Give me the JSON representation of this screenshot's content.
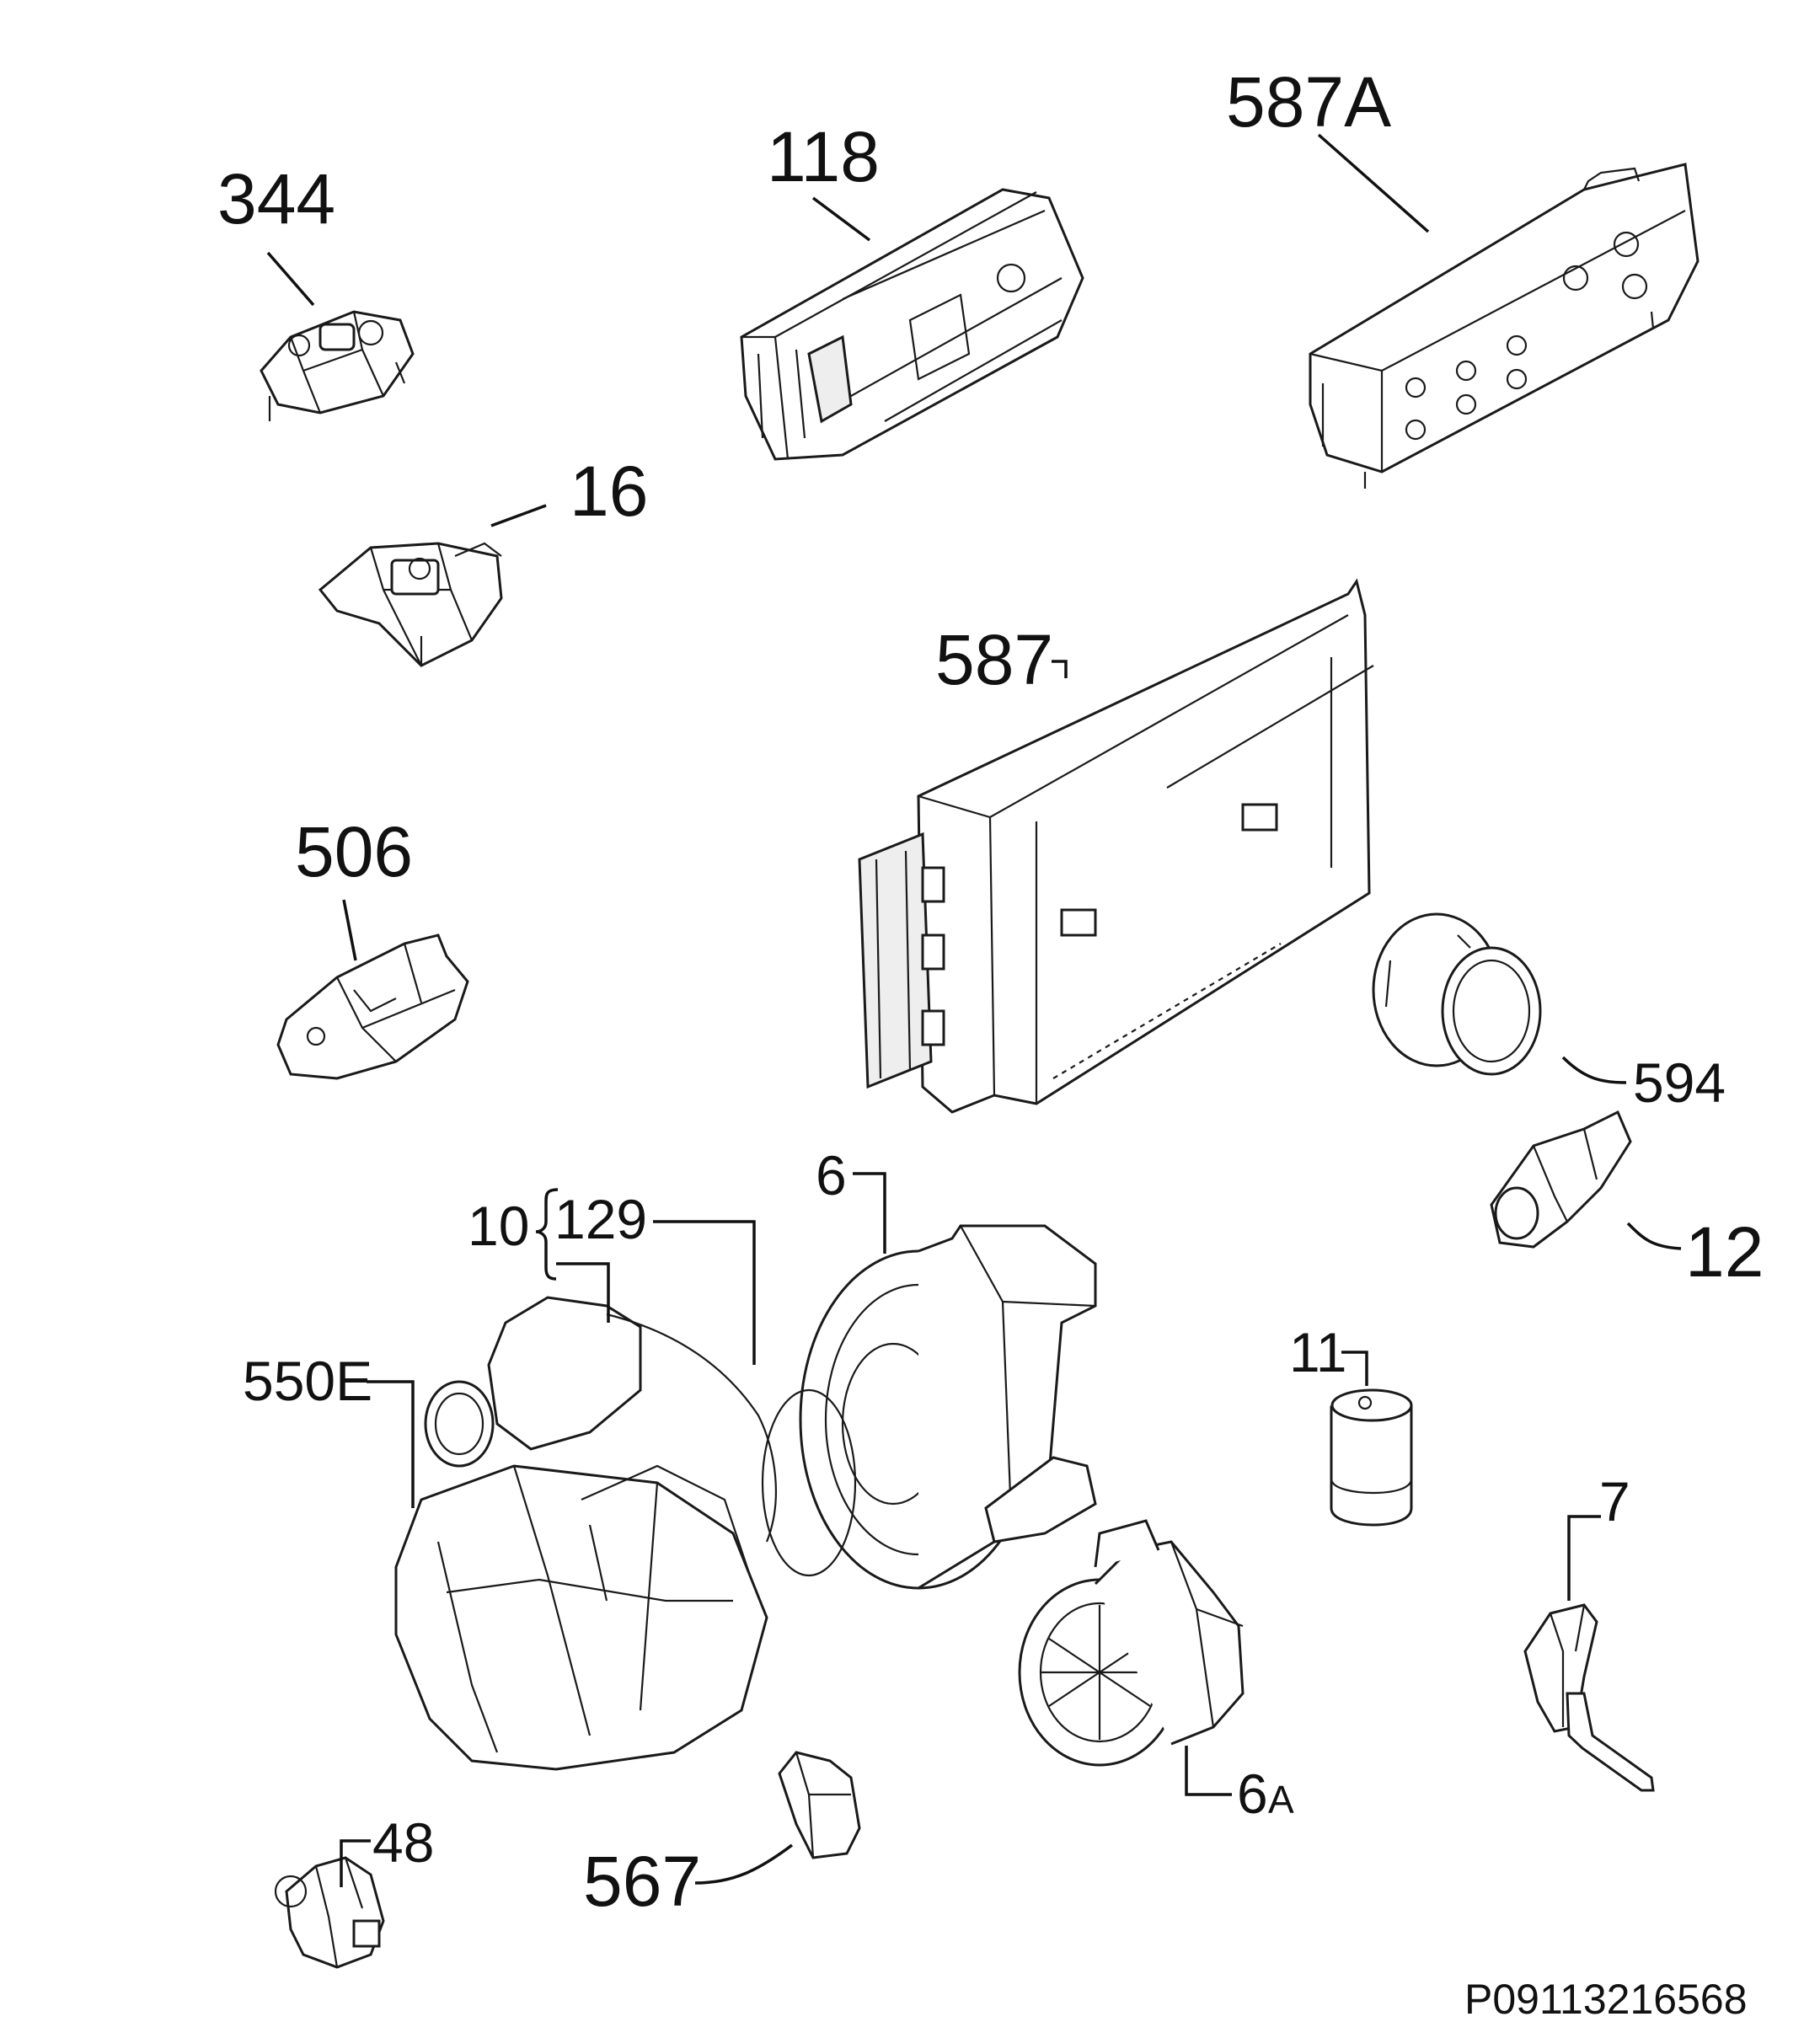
{
  "diagram": {
    "reference_code": "P09113216568",
    "parts": [
      {
        "id": "344",
        "label": "344"
      },
      {
        "id": "118",
        "label": "118"
      },
      {
        "id": "587A",
        "label": "587A"
      },
      {
        "id": "16",
        "label": "16"
      },
      {
        "id": "587",
        "label": "587"
      },
      {
        "id": "506",
        "label": "506"
      },
      {
        "id": "594",
        "label": "594"
      },
      {
        "id": "6",
        "label": "6"
      },
      {
        "id": "10",
        "label": "10"
      },
      {
        "id": "129",
        "label": "129"
      },
      {
        "id": "12",
        "label": "12"
      },
      {
        "id": "550E",
        "label": "550E"
      },
      {
        "id": "11",
        "label": "11"
      },
      {
        "id": "7",
        "label": "7"
      },
      {
        "id": "6A_num",
        "label": "6"
      },
      {
        "id": "6A_suffix",
        "label": "A"
      },
      {
        "id": "48",
        "label": "48"
      },
      {
        "id": "567",
        "label": "567"
      }
    ]
  }
}
